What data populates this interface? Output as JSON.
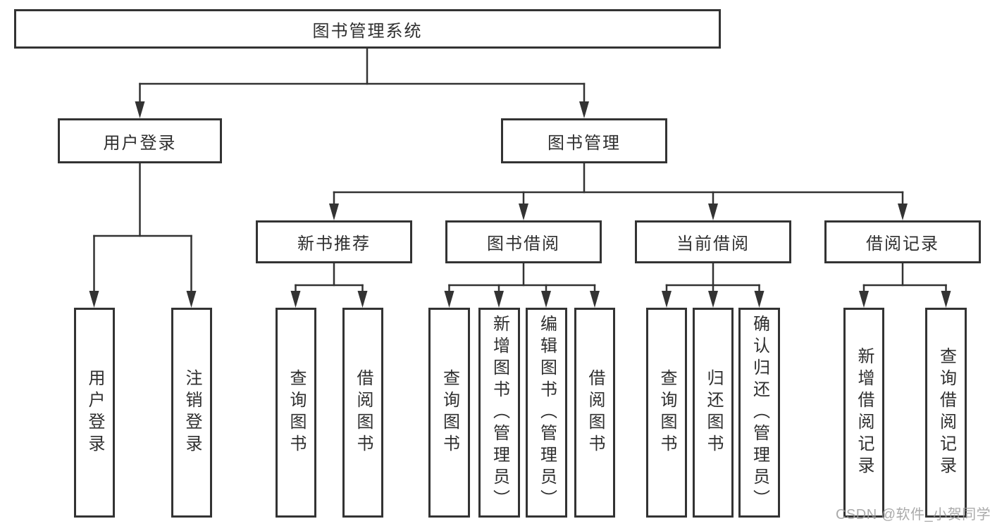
{
  "colors": {
    "background": "#ffffff",
    "line": "#333333",
    "box_border": "#333333",
    "box_fill": "#ffffff",
    "text": "#2f2f2f",
    "watermark": "#9c9c9c"
  },
  "watermark": {
    "text": "CSDN @软件_小贺同学"
  },
  "diagram": {
    "type": "hierarchy-tree",
    "root": {
      "label": "图书管理系统"
    },
    "level1": [
      {
        "label": "用户登录"
      },
      {
        "label": "图书管理"
      }
    ],
    "level2": [
      {
        "label": "新书推荐"
      },
      {
        "label": "图书借阅"
      },
      {
        "label": "当前借阅"
      },
      {
        "label": "借阅记录"
      }
    ],
    "leaves": {
      "user_login": [
        {
          "label": "用户登录"
        },
        {
          "label": "注销登录"
        }
      ],
      "new_book": [
        {
          "label": "查询图书"
        },
        {
          "label": "借阅图书"
        }
      ],
      "book_borrow": [
        {
          "label": "查询图书"
        },
        {
          "label": "新增图书（管理员）"
        },
        {
          "label": "编辑图书（管理员）"
        },
        {
          "label": "借阅图书"
        }
      ],
      "current_borrow": [
        {
          "label": "查询图书"
        },
        {
          "label": "归还图书"
        },
        {
          "label": "确认归还（管理员）"
        }
      ],
      "borrow_record": [
        {
          "label": "新增借阅记录"
        },
        {
          "label": "查询借阅记录"
        }
      ]
    }
  }
}
